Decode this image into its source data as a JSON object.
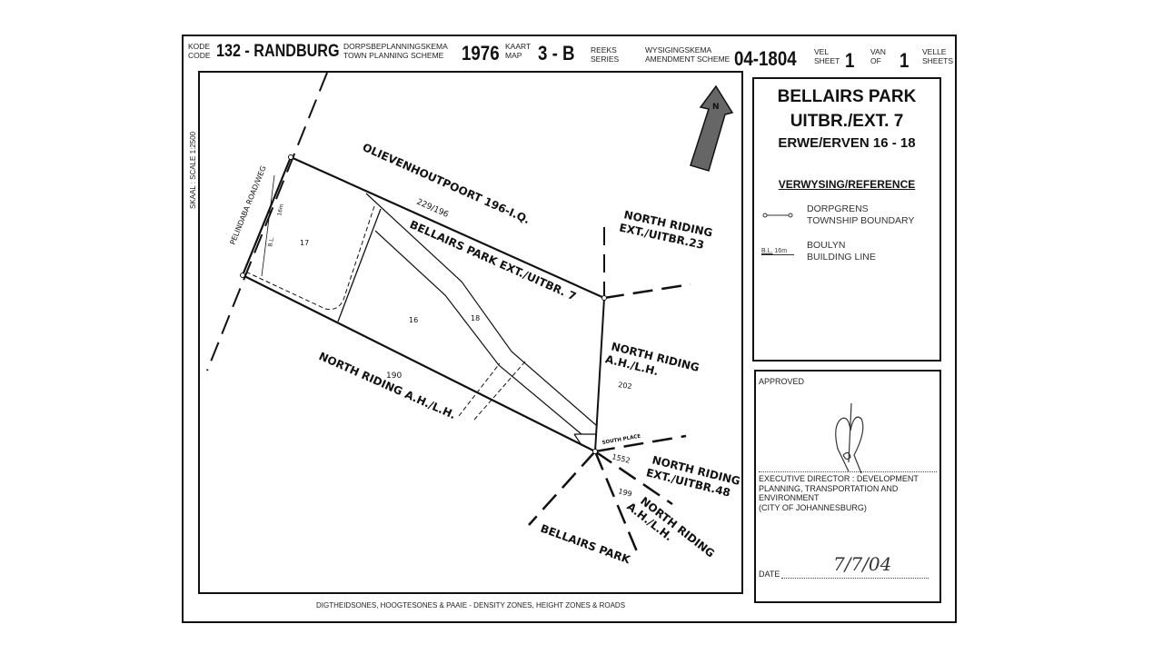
{
  "header": {
    "code_label": [
      "KODE",
      "CODE"
    ],
    "code_value": "132 - RANDBURG",
    "scheme_label": [
      "DORPSBEPLANNINGSKEMA",
      "TOWN PLANNING SCHEME"
    ],
    "scheme_year": "1976",
    "map_label": [
      "KAART",
      "MAP"
    ],
    "map_value": "3 - B",
    "series_label": [
      "REEKS",
      "SERIES"
    ],
    "amendment_label": [
      "WYSIGINGSKEMA",
      "AMENDMENT SCHEME"
    ],
    "amendment_value": "04-1804",
    "sheet_label": [
      "VEL",
      "SHEET"
    ],
    "sheet_value": "1",
    "of_label": [
      "VAN",
      "OF"
    ],
    "of_value": "1",
    "sheets_label": [
      "VELLE",
      "SHEETS"
    ]
  },
  "scale": "SKAAL : SCALE 1:2500",
  "map": {
    "north": "N",
    "labels": {
      "road": "PELINDABA ROAD/WEG",
      "farm": "OLIEVENHOUTPOORT 196-I.Q.",
      "farm_portion": "229/196",
      "township": "BELLAIRS PARK EXT./UITBR. 7",
      "erf17": "17",
      "erf16": "16",
      "erf18": "18",
      "bl": "B.L.",
      "bl_dist": "16m",
      "nr_ah_190": "NORTH RIDING A.H./L.H.",
      "holding_190": "190",
      "nr_ext23": [
        "NORTH RIDING",
        "EXT./UITBR.23"
      ],
      "nr_ah_202": [
        "NORTH RIDING",
        "A.H./L.H."
      ],
      "holding_202": "202",
      "south_place": "SOUTH PLACE",
      "erf_1552": "1552",
      "nr_ext48": [
        "NORTH RIDING",
        "EXT./UITBR.48"
      ],
      "holding_199": "199",
      "nr_ah_199": [
        "NORTH RIDING",
        "A.H./L.H."
      ],
      "bellairs_park": "BELLAIRS PARK"
    }
  },
  "title": {
    "line1": "BELLAIRS PARK",
    "line2": "UITBR./EXT. 7",
    "line3": "ERWE/ERVEN 16 - 18",
    "reference_heading": "VERWYSING/REFERENCE",
    "legend": [
      {
        "symbol": "township-boundary",
        "text": [
          "DORPGRENS",
          "TOWNSHIP BOUNDARY"
        ]
      },
      {
        "symbol": "building-line",
        "symbol_text": [
          "B.L.",
          "16m"
        ],
        "text": [
          "BOULYN",
          "BUILDING LINE"
        ]
      }
    ]
  },
  "approval": {
    "approved": "APPROVED",
    "signatory": [
      "EXECUTIVE DIRECTOR : DEVELOPMENT",
      "PLANNING, TRANSPORTATION AND",
      "ENVIRONMENT",
      "(CITY OF JOHANNESBURG)"
    ],
    "date_label": "DATE",
    "date_value": "7/7/04"
  },
  "footer": "DIGTHEIDSONES, HOOGTESONES & PAAIE - DENSITY ZONES, HEIGHT ZONES & ROADS"
}
